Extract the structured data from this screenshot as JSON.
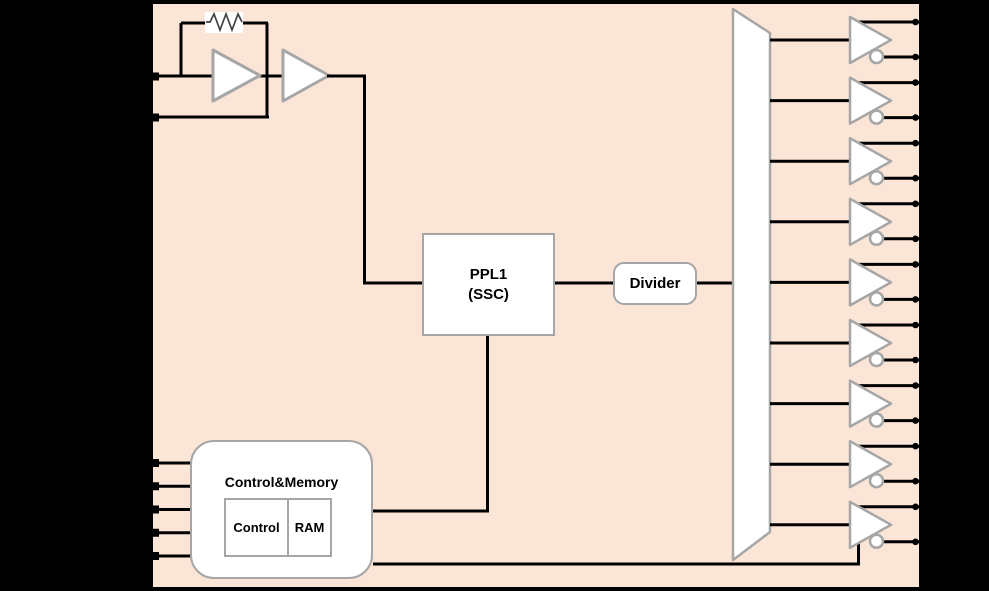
{
  "chip": {
    "blocks": {
      "pll": {
        "label_line1": "PPL1",
        "label_line2": "(SSC)"
      },
      "divider": {
        "label": "Divider"
      },
      "control_memory": {
        "title": "Control&Memory",
        "control_label": "Control",
        "ram_label": "RAM"
      }
    },
    "symbols": {
      "oscillator": {
        "amplifier_count": 2,
        "feedback_resistor": true,
        "input_pins": 2
      },
      "fanout_mux_shape": "trapezoid",
      "output_buffers": {
        "count": 9,
        "outputs_each": 2,
        "inverted_output_bubble": true
      },
      "control_input_pins": {
        "count": 5
      }
    },
    "colors": {
      "background": "#000000",
      "chip_fill": "#fbe5d6",
      "wire": "#000000",
      "block_border": "#a6a6a6",
      "block_fill": "#ffffff"
    }
  }
}
